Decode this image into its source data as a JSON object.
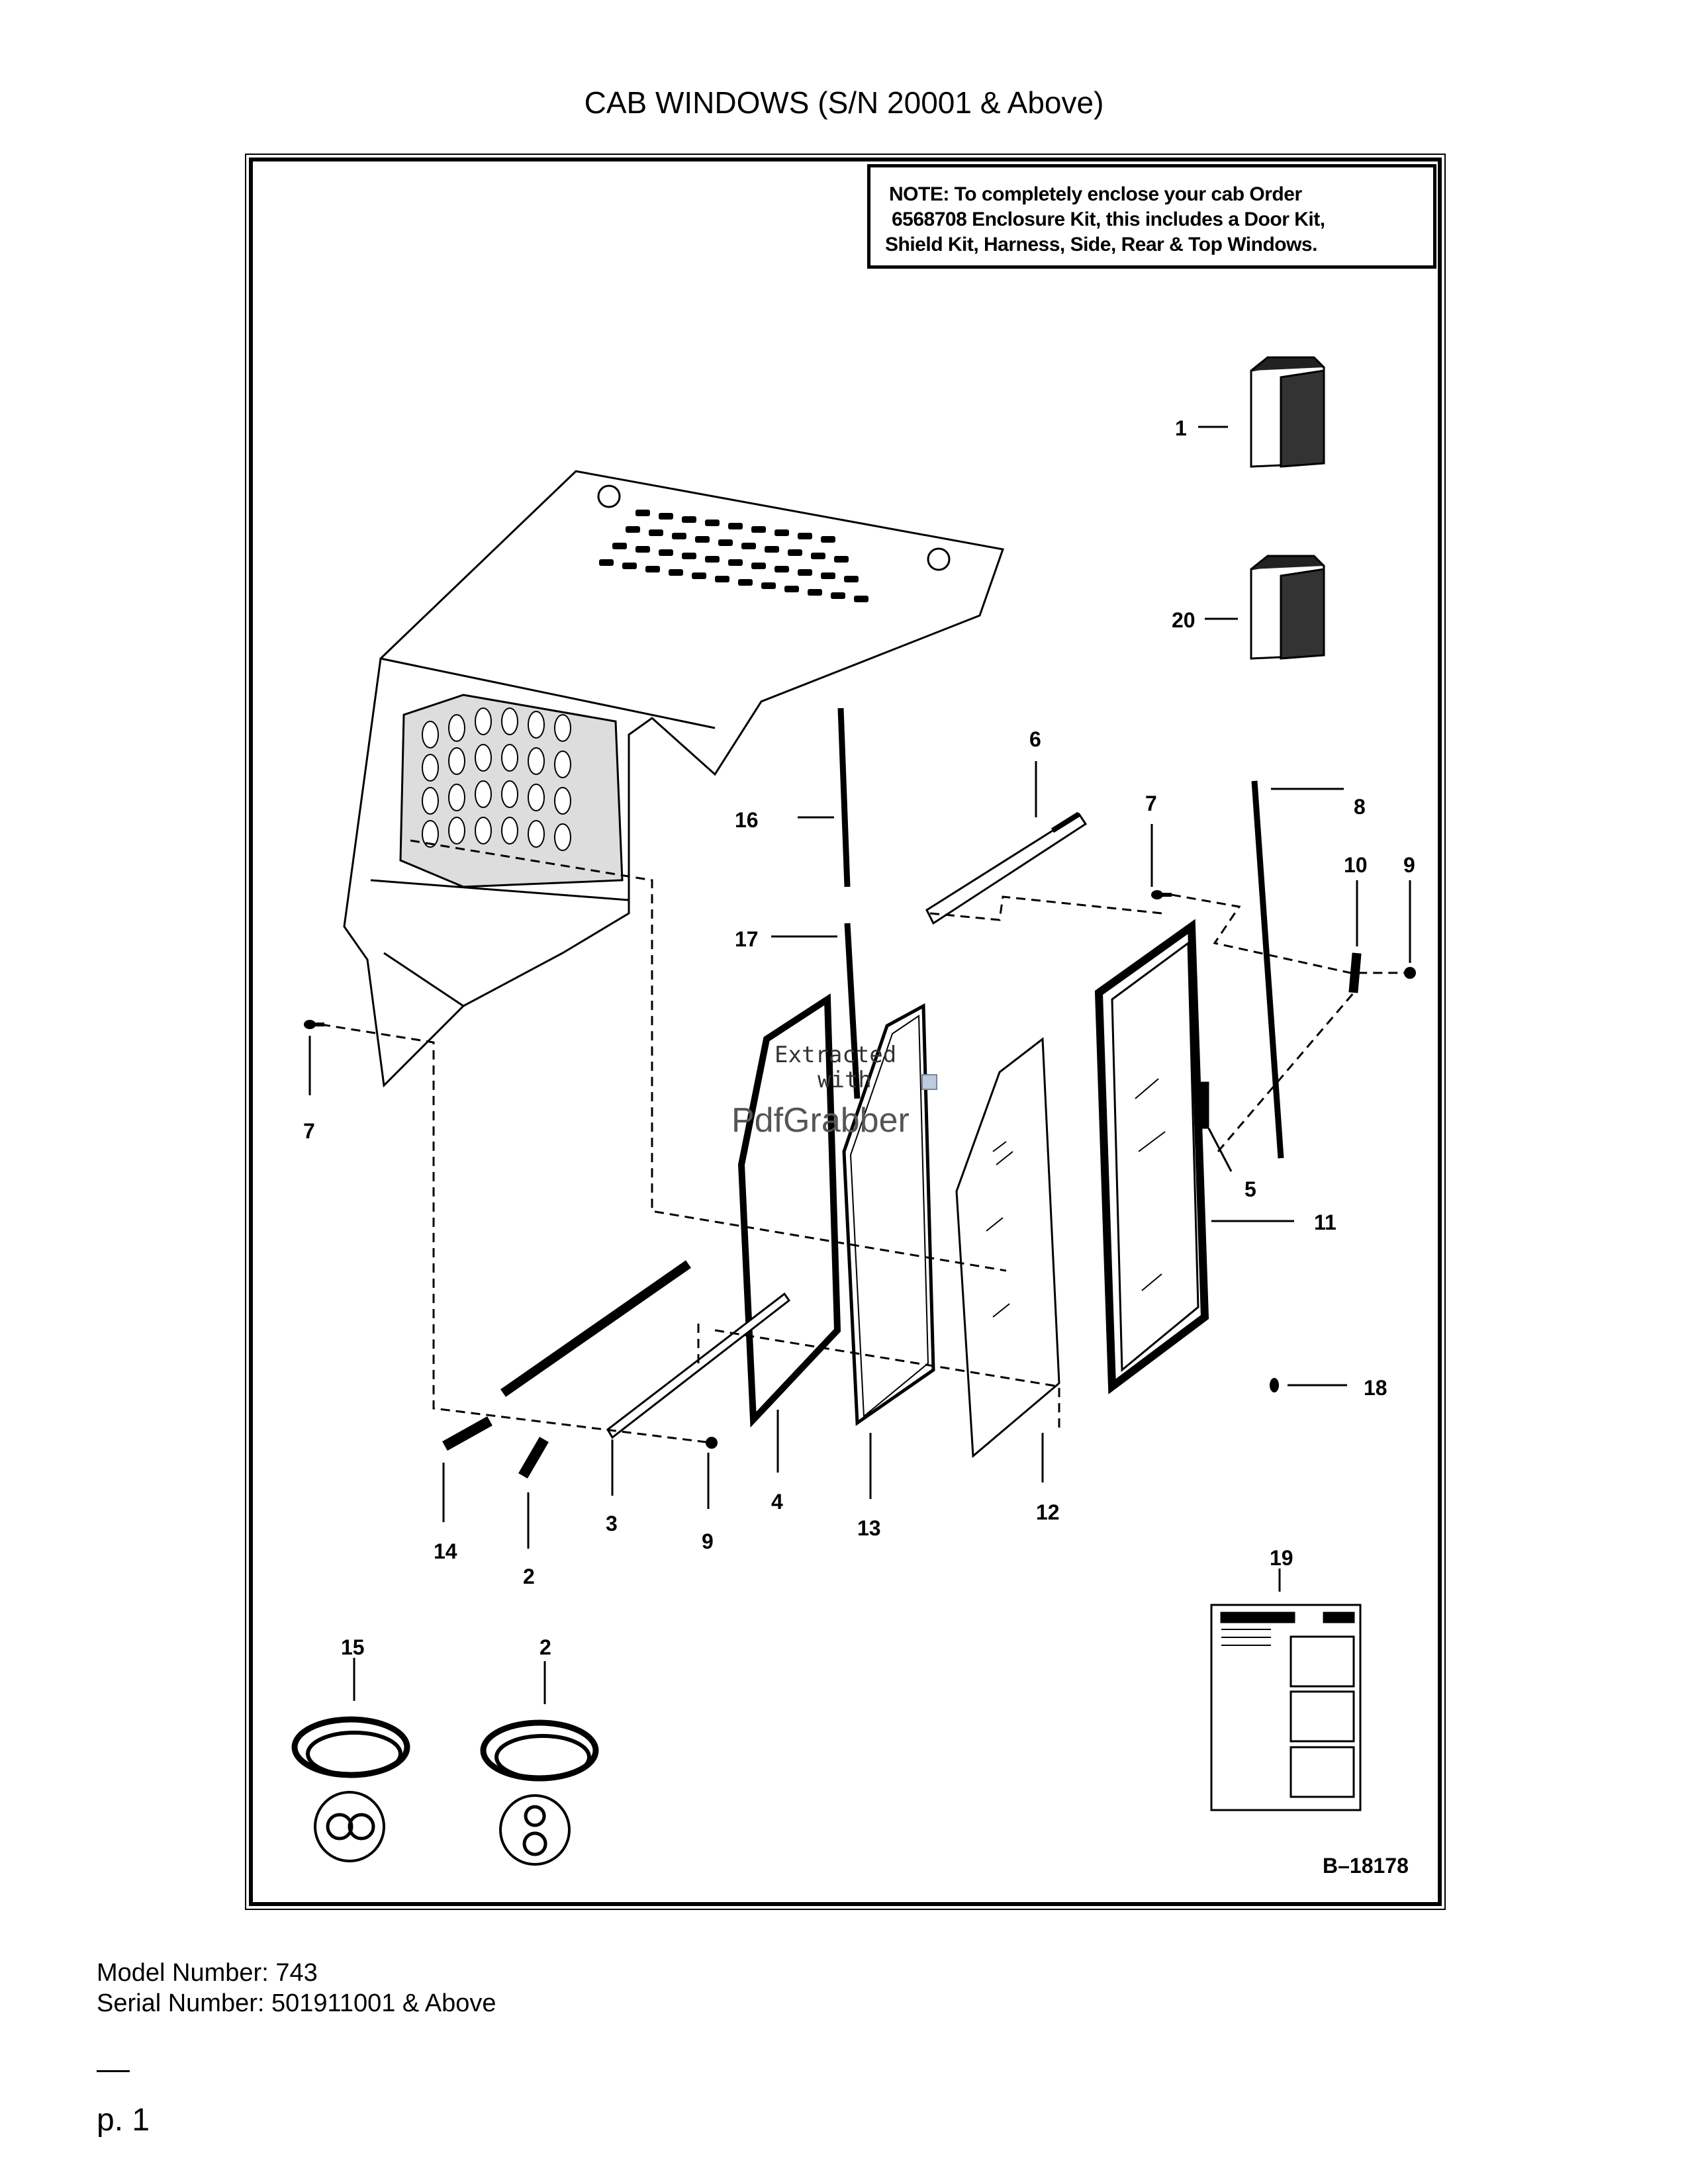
{
  "title": "CAB WINDOWS (S/N 20001 & Above)",
  "note": {
    "label": "NOTE:",
    "line1": "To completely enclose your cab Order",
    "line2": "6568708 Enclosure Kit, this includes a Door Kit,",
    "line3": "Shield Kit, Harness, Side, Rear & Top Windows."
  },
  "callouts": {
    "c1": "1",
    "c20": "20",
    "c6": "6",
    "c7a": "7",
    "c8": "8",
    "c16": "16",
    "c10": "10",
    "c9a": "9",
    "c17": "17",
    "c7b": "7",
    "c5": "5",
    "c11": "11",
    "c18": "18",
    "c14": "14",
    "c2a": "2",
    "c3": "3",
    "c9b": "9",
    "c4": "4",
    "c13": "13",
    "c12": "12",
    "c19": "19",
    "c15": "15",
    "c2b": "2"
  },
  "figure_ref": "B–18178",
  "watermark": {
    "line1": "Extracted",
    "line2": "with",
    "brand": "PdfGrabber"
  },
  "footer": {
    "model": "Model Number: 743",
    "serial": "Serial Number: 501911001 & Above",
    "page": "p. 1"
  }
}
